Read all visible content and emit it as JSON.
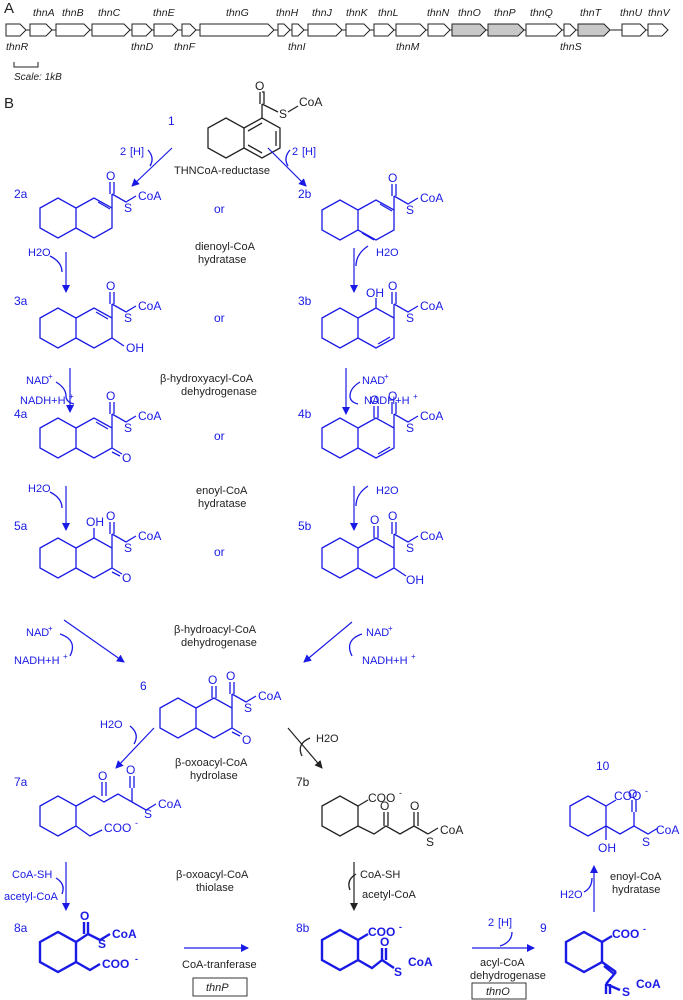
{
  "panels": {
    "a": "A",
    "b": "B"
  },
  "gene_cluster": {
    "scale_label": "Scale: 1kB",
    "genes_top": [
      "thnA",
      "thnB",
      "thnC",
      "thnE",
      "thnG",
      "thnH",
      "thnJ",
      "thnK",
      "thnL",
      "thnN",
      "thnO",
      "thnP",
      "thnQ",
      "thnT",
      "thnU",
      "thnV"
    ],
    "genes_bottom": [
      "thnR",
      "thnD",
      "thnF",
      "thnI",
      "thnM",
      "thnS"
    ],
    "highlight_color": "#c8c8c8"
  },
  "compounds": {
    "c1": "1",
    "c2a": "2a",
    "c2b": "2b",
    "c3a": "3a",
    "c3b": "3b",
    "c4a": "4a",
    "c4b": "4b",
    "c5a": "5a",
    "c5b": "5b",
    "c6": "6",
    "c7a": "7a",
    "c7b": "7b",
    "c8a": "8a",
    "c8b": "8b",
    "c9": "9",
    "c10": "10"
  },
  "groups": {
    "coa": "CoA",
    "s": "S",
    "o": "O",
    "oh": "OH",
    "coo": "COO",
    "minus": "-",
    "h": "[H]",
    "two": "2",
    "h2o": "H2O",
    "nad": "NAD",
    "plus": "+",
    "nadh": "NADH+H",
    "coash": "CoA-SH",
    "acetylcoa": "acetyl-CoA"
  },
  "enzymes": {
    "thncoa": "THNCoA-reductase",
    "or": "or",
    "dienoyl1": "dienoyl-CoA",
    "dienoyl2": "hydratase",
    "bhydroxy1": "β-hydroxyacyl-CoA",
    "bhydroxy2": "dehydrogenase",
    "enoyl1": "enoyl-CoA",
    "enoyl2": "hydratase",
    "bhydroxy3": "β-hydroacyl-CoA",
    "bhydroxy4": "dehydrogenase",
    "boxo1": "β-oxoacyl-CoA",
    "boxo2": "hydrolase",
    "boxo3": "β-oxoacyl-CoA",
    "boxo4": "thiolase",
    "tranferase": "CoA-tranferase",
    "acyl1": "acyl-CoA",
    "acyl2": "dehydrogenase",
    "enoyl3": "enoyl-CoA",
    "enoyl4": "hydratase",
    "thnP": "thnP",
    "thnO": "thnO"
  },
  "colors": {
    "blue": "#1a1ae6",
    "black": "#222222"
  }
}
